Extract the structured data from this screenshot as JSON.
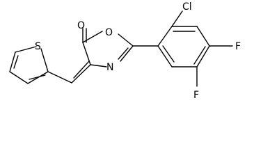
{
  "molecule": {
    "atoms": {
      "oxygen_carbonyl": "O",
      "oxygen_ring": "O",
      "nitrogen": "N",
      "sulfur": "S",
      "chlorine": "Cl",
      "fluorine_4": "F",
      "fluorine_5": "F"
    }
  }
}
